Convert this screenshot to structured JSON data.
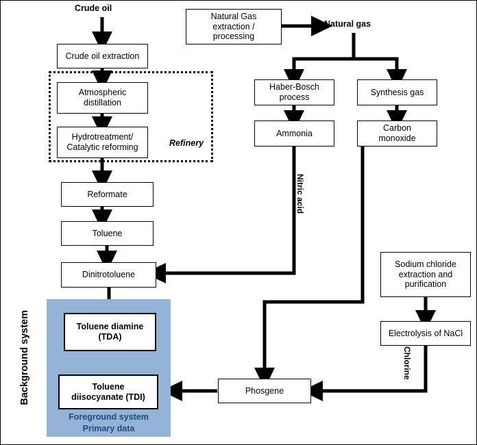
{
  "diagram": {
    "title": "TDI production system flow diagram",
    "outer_border_color": "#000000",
    "foreground_fill": "#95b3d7",
    "foreground_text_color": "#1f497d"
  },
  "free_labels": [
    {
      "name": "crude-oil",
      "text": "Crude oil",
      "bold": true
    },
    {
      "name": "natural-gas",
      "text": "Natural gas",
      "bold": true
    }
  ],
  "flow_labels": [
    {
      "name": "nitric-acid",
      "text": "Nitric acid"
    },
    {
      "name": "chlorine",
      "text": "Chlorine"
    }
  ],
  "group_labels": [
    {
      "name": "refinery",
      "text": "Refinery"
    },
    {
      "name": "background-system",
      "text": "Background system"
    }
  ],
  "foreground_caption": {
    "line1": "Foreground  system",
    "line2": "Primary data"
  },
  "boxes": [
    {
      "name": "crude-oil-extraction",
      "text": "Crude  oil extraction"
    },
    {
      "name": "atmospheric-distillation",
      "text": "Atmospheric\ndistillation"
    },
    {
      "name": "hydrotreatment-catalytic-reforming",
      "text": "Hydrotreatment/\nCatalytic  reforming"
    },
    {
      "name": "reformate",
      "text": "Reformate"
    },
    {
      "name": "toluene",
      "text": "Toluene"
    },
    {
      "name": "dinitrotoluene",
      "text": "Dinitrotoluene"
    },
    {
      "name": "toluene-diamine",
      "text": "Toluene diamine\n(TDA)"
    },
    {
      "name": "toluene-diisocyanate",
      "text": "Toluene\ndiisocyanate (TDI)"
    },
    {
      "name": "natural-gas-extraction-processing",
      "text": "Natural Gas\nextraction /\nprocessing"
    },
    {
      "name": "haber-bosch-process",
      "text": "Haber-Bosch\nprocess"
    },
    {
      "name": "ammonia",
      "text": "Ammonia"
    },
    {
      "name": "synthesis-gas",
      "text": "Synthesis gas"
    },
    {
      "name": "carbon-monoxide",
      "text": "Carbon\nmonoxide"
    },
    {
      "name": "sodium-chloride-extraction-purification",
      "text": "Sodium chloride\nextraction and\npurification"
    },
    {
      "name": "electrolysis-of-nacl",
      "text": "Electrolysis of NaCl"
    },
    {
      "name": "phosgene",
      "text": "Phosgene"
    }
  ]
}
